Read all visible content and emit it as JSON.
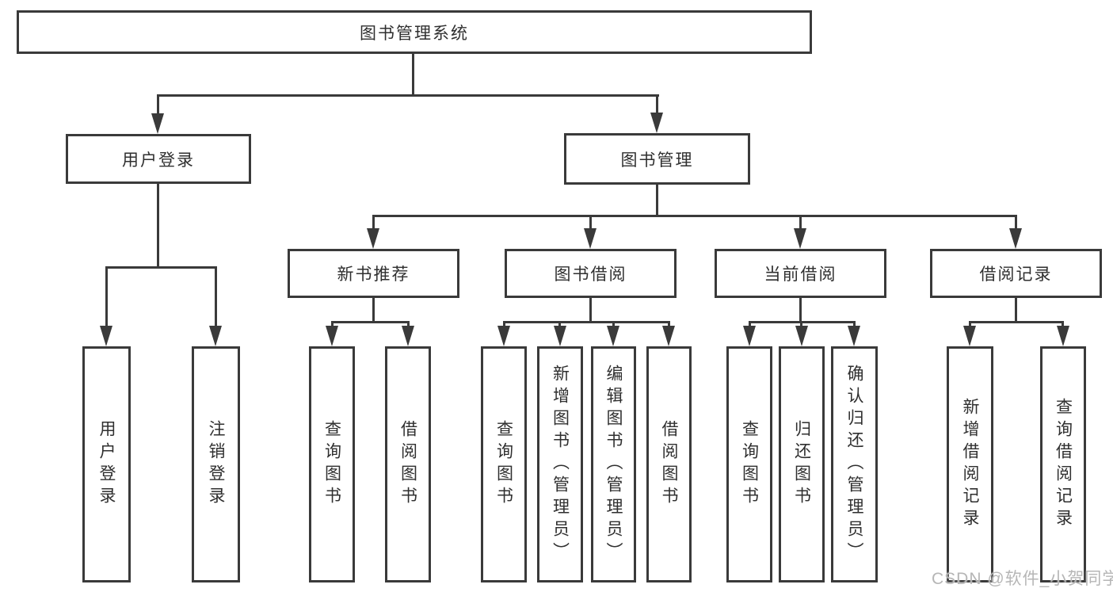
{
  "diagram": {
    "title": "图书管理系统",
    "root": "图书管理系统",
    "level2": [
      "用户登录",
      "图书管理"
    ],
    "level3": [
      "新书推荐",
      "图书借阅",
      "当前借阅",
      "借阅记录"
    ],
    "leaves": [
      "用户登录",
      "注销登录",
      "查询图书",
      "借阅图书",
      "查询图书",
      "新增图书（管理员）",
      "编辑图书（管理员）",
      "借阅图书",
      "查询图书",
      "归还图书",
      "确认归还（管理员）",
      "新增借阅记录",
      "查询借阅记录"
    ],
    "watermark": "CSDN @软件_小贺同学",
    "colors": {
      "line": "#3a3a3a",
      "text": "#2f2f2f",
      "background": "#ffffff",
      "watermark": "#b6b6b6"
    }
  }
}
